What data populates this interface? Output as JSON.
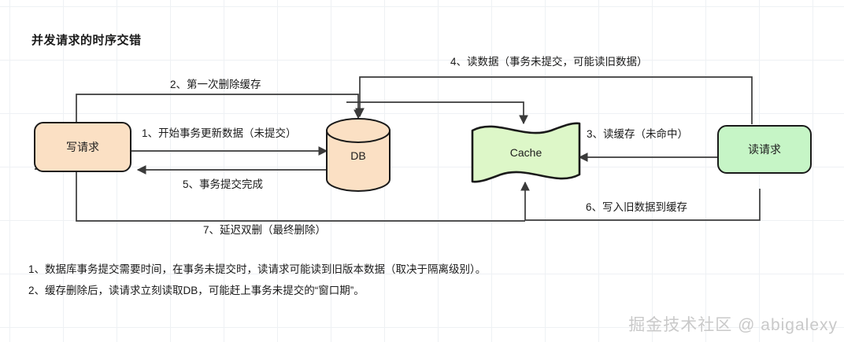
{
  "diagram": {
    "title": "并发请求的时序交错",
    "nodes": [
      {
        "id": "write",
        "label": "写请求",
        "shape": "rounded-rect",
        "fill": "#fbe0c4",
        "stroke": "#1a1a1a"
      },
      {
        "id": "db",
        "label": "DB",
        "shape": "cylinder",
        "fill": "#fbe0c4",
        "stroke": "#1a1a1a"
      },
      {
        "id": "cache",
        "label": "Cache",
        "shape": "wave-document",
        "fill": "#ddf7c8",
        "stroke": "#1a1a1a"
      },
      {
        "id": "read",
        "label": "读请求",
        "shape": "rounded-rect",
        "fill": "#c6f5c6",
        "stroke": "#1a1a1a"
      }
    ],
    "edges": [
      {
        "id": "e1",
        "label": "1、开始事务更新数据（未提交）",
        "from": "write",
        "to": "db"
      },
      {
        "id": "e2",
        "label": "2、第一次删除缓存",
        "from": "write",
        "to": "db"
      },
      {
        "id": "e3",
        "label": "3、读缓存（未命中）",
        "from": "read",
        "to": "cache"
      },
      {
        "id": "e4",
        "label": "4、读数据（事务未提交，可能读旧数据）",
        "from": "read",
        "to": "db"
      },
      {
        "id": "e5",
        "label": "5、事务提交完成",
        "from": "db",
        "to": "write"
      },
      {
        "id": "e6",
        "label": "6、写入旧数据到缓存",
        "from": "read",
        "to": "cache"
      },
      {
        "id": "e7",
        "label": "7、延迟双删（最终删除）",
        "from": "write",
        "to": "cache"
      }
    ],
    "notes": [
      "1、数据库事务提交需要时间，在事务未提交时，读请求可能读到旧版本数据（取决于隔离级别）。",
      "2、缓存删除后，读请求立刻读取DB，可能赶上事务未提交的“窗口期”。"
    ],
    "watermark": "掘金技术社区 @ abigalexy",
    "colors": {
      "line": "#3a3a3a",
      "grid": "#eef1f4",
      "background": "#ffffff",
      "text": "#1a1a1a",
      "watermark": "#c9c9c9"
    }
  }
}
